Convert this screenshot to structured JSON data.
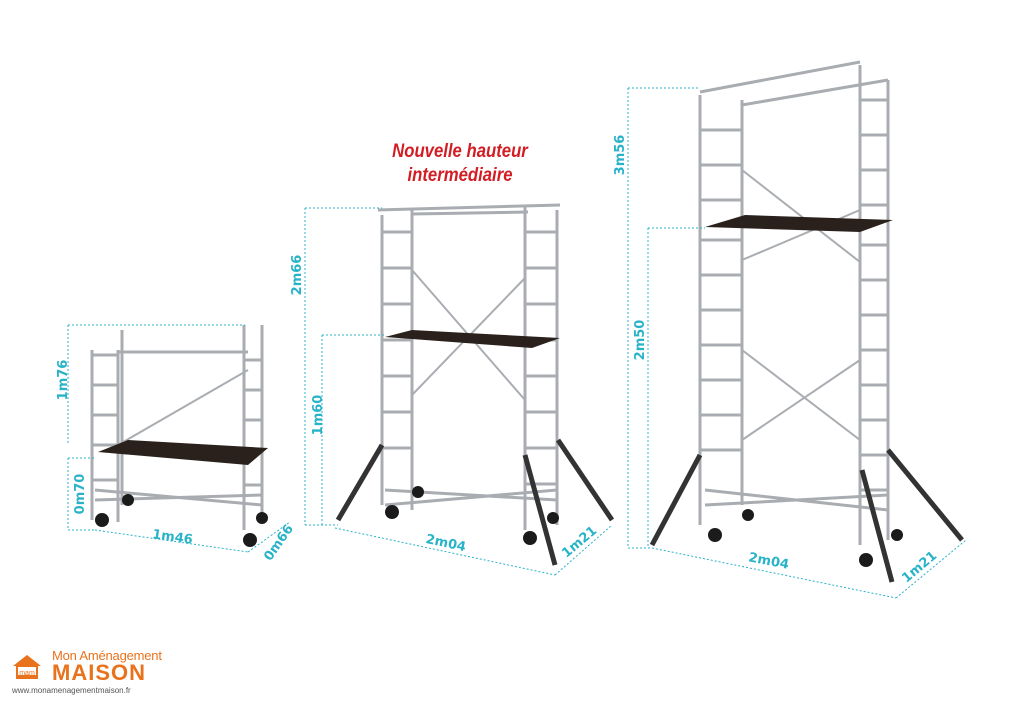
{
  "headline": {
    "line1": "Nouvelle hauteur",
    "line2": "intermédiaire"
  },
  "colors": {
    "dimension": "#29b3c9",
    "headline": "#d21d24",
    "brand": "#e8731c",
    "platform": "#2a211d"
  },
  "scaffold_small": {
    "height_upper": "1m76",
    "height_lower": "0m70",
    "length": "1m46",
    "width": "0m66"
  },
  "scaffold_medium": {
    "height_upper": "2m66",
    "height_lower": "1m60",
    "length": "2m04",
    "width": "1m21"
  },
  "scaffold_large": {
    "height_upper": "3m56",
    "height_lower": "2m50",
    "length": "2m04",
    "width": "1m21"
  },
  "logo": {
    "top": "Mon Aménagement",
    "main": "MAISON",
    "badge": "mam",
    "url": "www.monamenagementmaison.fr"
  }
}
